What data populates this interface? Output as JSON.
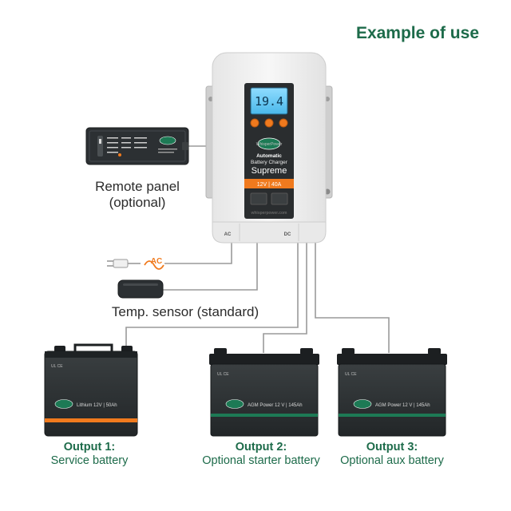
{
  "header": {
    "title": "Example of use"
  },
  "charger": {
    "display_value": "19.4",
    "brand": "WhisperPower",
    "kind_line1": "Automatic",
    "kind_line2": "Battery Charger",
    "model": "Supreme",
    "spec": "12V | 40A",
    "website": "whisperpower.com",
    "port_ac": "AC",
    "port_dc": "DC"
  },
  "remote": {
    "label_line1": "Remote panel",
    "label_line2": "(optional)"
  },
  "sensor": {
    "label": "Temp. sensor (standard)"
  },
  "ac_badge": {
    "text": "AC"
  },
  "outputs": [
    {
      "heading": "Output 1:",
      "subtitle": "Service battery",
      "battery_type": "Lithium 12V | 50Ah",
      "kind": "lithium"
    },
    {
      "heading": "Output 2:",
      "subtitle": "Optional starter battery",
      "battery_type": "AGM Power 12 V | 145Ah",
      "kind": "agm"
    },
    {
      "heading": "Output 3:",
      "subtitle": "Optional aux battery",
      "battery_type": "AGM Power 12 V | 145Ah",
      "kind": "agm"
    }
  ],
  "colors": {
    "accent_green": "#1d6b4a",
    "charger_orange": "#f07a1e",
    "lcd_blue": "#5cc4f0",
    "wire_gray": "#9a9a9a",
    "battery_body": "#2b2f31"
  }
}
